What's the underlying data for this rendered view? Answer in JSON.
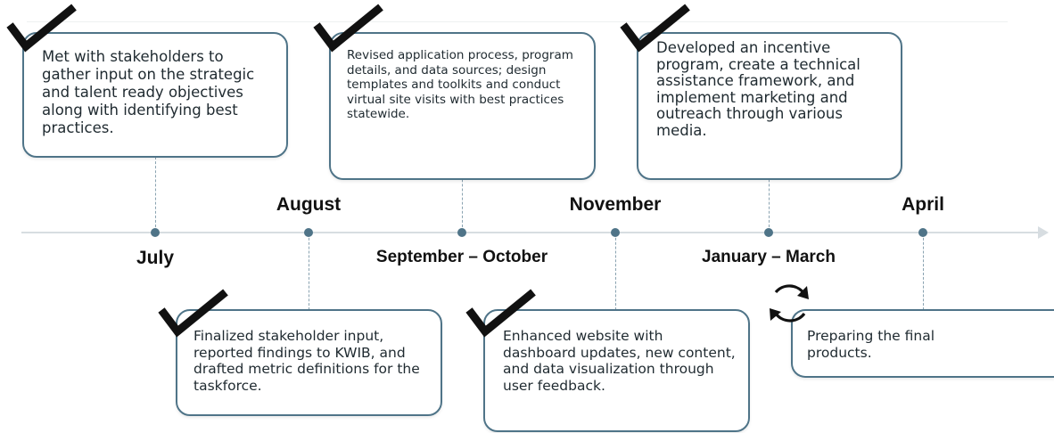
{
  "timeline": {
    "labels": {
      "july": "July",
      "august": "August",
      "sep_oct": "September – October",
      "november": "November",
      "jan_mar": "January – March",
      "april": "April"
    },
    "cards": {
      "july": "Met with stakeholders to gather input on the strategic and talent ready objectives along with identifying best practices.",
      "august": "Finalized stakeholder input, reported findings to KWIB, and drafted metric definitions for the taskforce.",
      "sep_oct": "Revised application process, program details, and data sources; design templates and toolkits and conduct virtual site visits with best practices statewide.",
      "november": "Enhanced website with dashboard updates, new content, and data visualization through user feedback.",
      "jan_mar": "Developed an incentive program, create a technical assistance framework, and implement marketing and outreach through various media.",
      "april": "Preparing the final products."
    },
    "status_icons": {
      "july": "check-icon",
      "august": "check-icon",
      "sep_oct": "check-icon",
      "november": "check-icon",
      "jan_mar": "check-icon",
      "april": "refresh-icon"
    }
  },
  "colors": {
    "card_border": "#4f7488",
    "axis": "#d7dde1",
    "check": "#111111"
  }
}
